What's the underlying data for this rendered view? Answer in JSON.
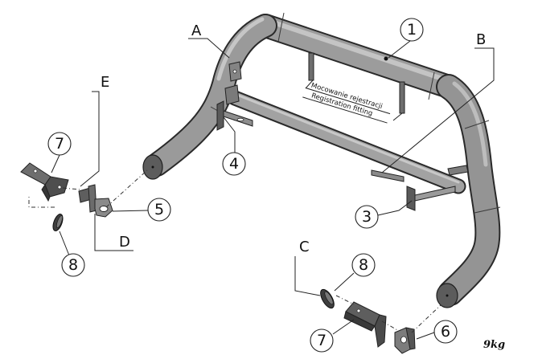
{
  "part_numbers": {
    "p1": "1",
    "p3": "3",
    "p4": "4",
    "p5": "5",
    "p6": "6",
    "p7a": "7",
    "p7b": "7",
    "p8a": "8",
    "p8b": "8"
  },
  "detail_letters": {
    "a": "A",
    "b": "B",
    "c": "C",
    "d": "D",
    "e": "E"
  },
  "note": {
    "line1": "Mocowanie rejestracji",
    "line2": "Registration fitting"
  },
  "weight": "9kg"
}
